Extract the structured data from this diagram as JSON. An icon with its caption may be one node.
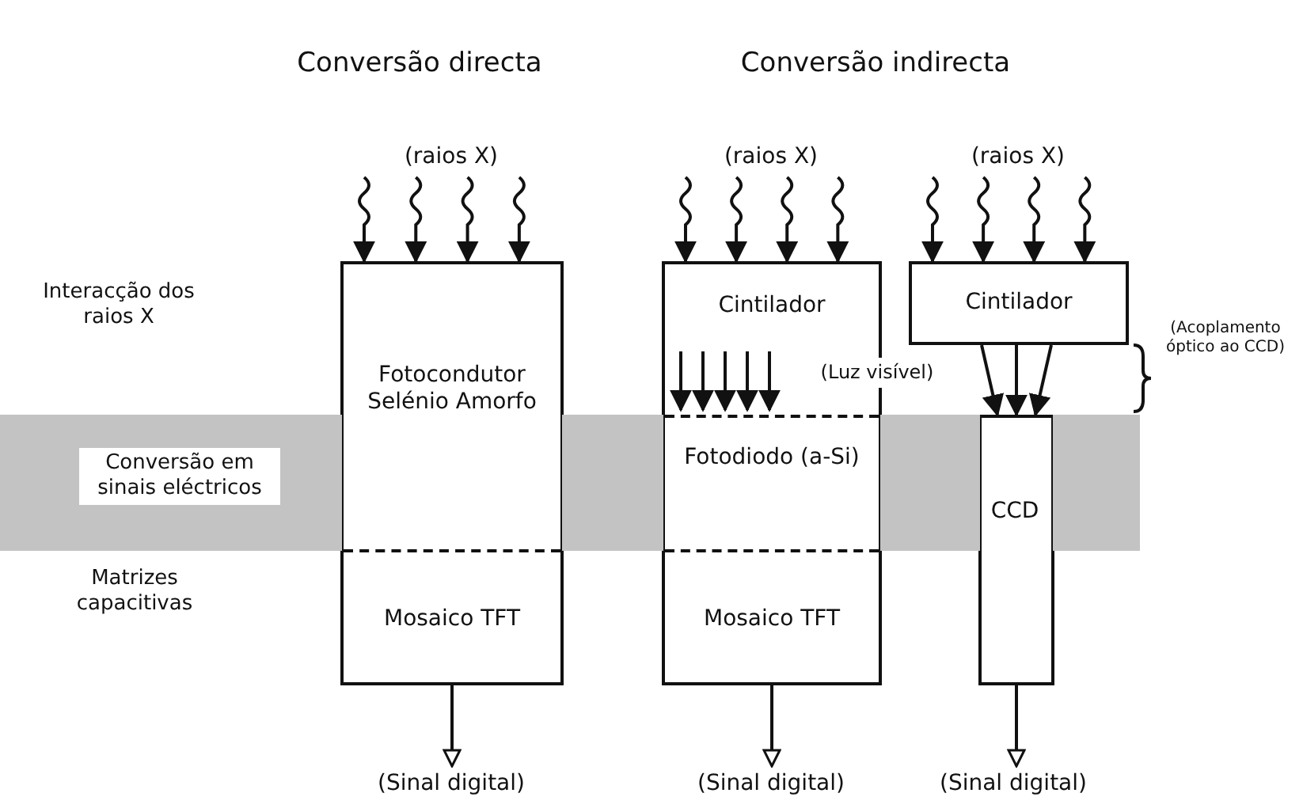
{
  "diagram": {
    "nodes": [
      {
        "text": [
          "(raios X)"
        ]
      },
      {
        "text": [
          "(raios X)"
        ]
      },
      {
        "text": [
          "(raios X)"
        ]
      },
      {
        "text": [
          "Fotocondutor Selénio Amorfo",
          "Mosaico TFT"
        ]
      },
      {
        "text": [
          "Cintilador",
          "Fotodiodo (a-Si)",
          "Mosaico TFT"
        ]
      },
      {
        "text": [
          "Cintilador"
        ]
      },
      {
        "text": [
          "CCD"
        ]
      },
      {
        "text": [
          "(Sinal digital)"
        ]
      },
      {
        "text": [
          "(Sinal digital)"
        ]
      },
      {
        "text": [
          "(Sinal digital)"
        ]
      }
    ],
    "edges": [
      {
        "from": 0,
        "to": 3,
        "arrow": "to"
      },
      {
        "from": 0,
        "to": 3,
        "arrow": "to"
      },
      {
        "from": 0,
        "to": 3,
        "arrow": "to"
      },
      {
        "from": 0,
        "to": 3,
        "arrow": "to"
      },
      {
        "from": 1,
        "to": 4,
        "arrow": "to"
      },
      {
        "from": 1,
        "to": 4,
        "arrow": "to"
      },
      {
        "from": 1,
        "to": 4,
        "arrow": "to"
      },
      {
        "from": 1,
        "to": 4,
        "arrow": "to"
      },
      {
        "from": 2,
        "to": 5,
        "arrow": "to"
      },
      {
        "from": 2,
        "to": 5,
        "arrow": "to"
      },
      {
        "from": 2,
        "to": 5,
        "arrow": "to"
      },
      {
        "from": 2,
        "to": 5,
        "arrow": "to"
      },
      {
        "from": 5,
        "to": 6,
        "arrow": "to"
      },
      {
        "from": 5,
        "to": 6,
        "arrow": "to"
      },
      {
        "from": 5,
        "to": 6,
        "arrow": "to"
      },
      {
        "from": 3,
        "to": 7,
        "arrow": "to"
      },
      {
        "from": 4,
        "to": 8,
        "arrow": "to"
      },
      {
        "from": 6,
        "to": 9,
        "arrow": "to"
      }
    ],
    "labels": [
      "Conversão directa",
      "Conversão indirecta",
      "Interacção dos raios X",
      "(Luz visível)",
      "(Acoplamento óptico ao CCD)",
      "Conversão em sinais eléctricos",
      "Matrizes capacitivas"
    ]
  }
}
